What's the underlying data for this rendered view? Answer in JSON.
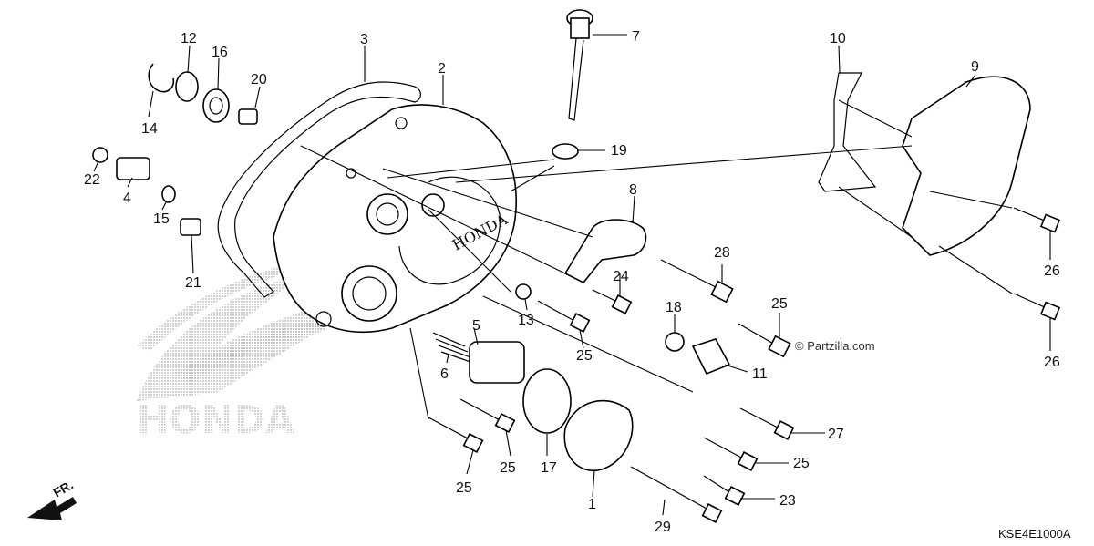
{
  "watermark": "HONDA",
  "cover_logo": "HONDA",
  "copyright": "© Partzilla.com",
  "diagram_code": "KSE4E1000A",
  "front_marker": "FR.",
  "callouts": [
    "1",
    "2",
    "3",
    "4",
    "5",
    "6",
    "7",
    "8",
    "9",
    "10",
    "11",
    "12",
    "13",
    "14",
    "15",
    "16",
    "17",
    "18",
    "19",
    "20",
    "21",
    "22",
    "23",
    "24",
    "25",
    "25",
    "25",
    "25",
    "25",
    "25",
    "26",
    "26",
    "27",
    "28",
    "29"
  ]
}
